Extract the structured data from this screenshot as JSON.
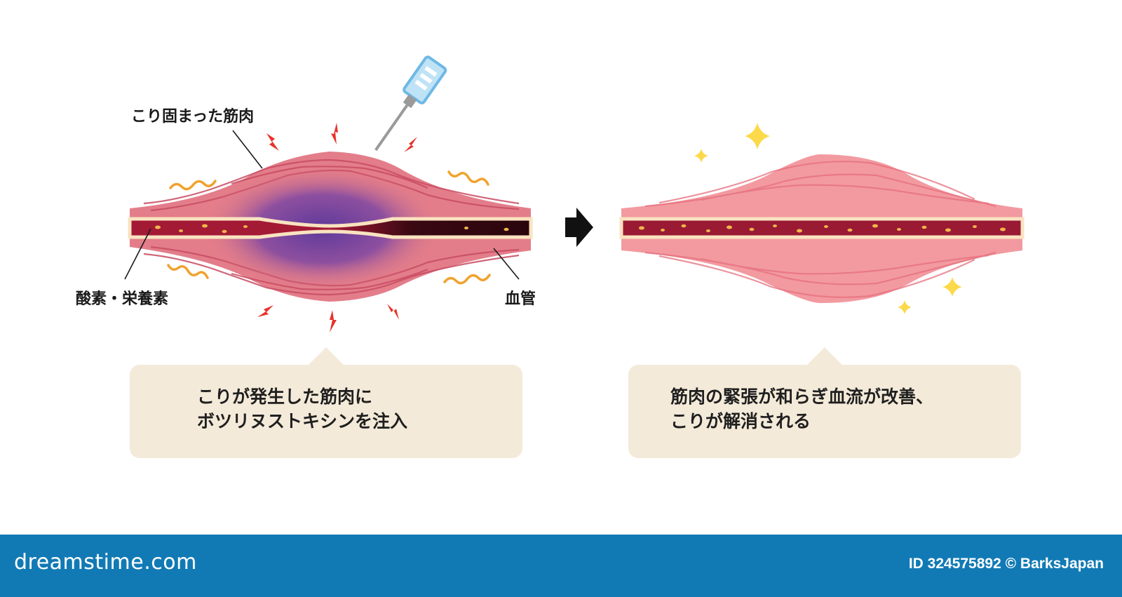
{
  "labels": {
    "stiff_muscle": "こり固まった筋肉",
    "oxygen_nutrients": "酸素・栄養素",
    "blood_vessel": "血管"
  },
  "captions": {
    "before": [
      "こりが発生した筋肉に",
      "ボツリヌストキシンを注入"
    ],
    "after": [
      "筋肉の緊張が和らぎ血流が改善、",
      "こりが解消される"
    ]
  },
  "footer": {
    "brand": "dreamstime.com",
    "stock_id": "ID 324575892 © BarksJapan"
  },
  "colors": {
    "muscle": "#e87f8a",
    "muscle_after": "#f29aa0",
    "stiff_core": "#6a3fa0",
    "vessel_before": "#4a0b18",
    "vessel_after": "#8e1630",
    "vessel_wall": "#f9e3c0",
    "nutrient": "#f0b64a",
    "pain_bolt": "#e8322a",
    "tension_wave": "#f0a22e",
    "sparkle": "#fbd94a",
    "caption_bg": "#f4ead9",
    "footer_bg": "#117ab5"
  }
}
